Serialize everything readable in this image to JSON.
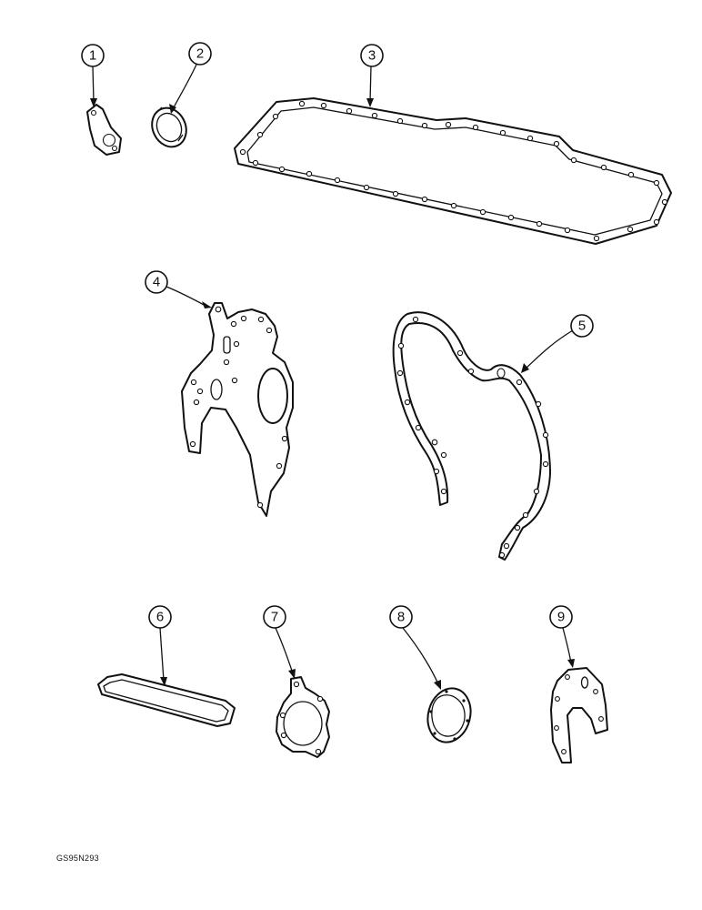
{
  "callouts": [
    {
      "id": "1",
      "label": "1"
    },
    {
      "id": "2",
      "label": "2"
    },
    {
      "id": "3",
      "label": "3"
    },
    {
      "id": "4",
      "label": "4"
    },
    {
      "id": "5",
      "label": "5"
    },
    {
      "id": "6",
      "label": "6"
    },
    {
      "id": "7",
      "label": "7"
    },
    {
      "id": "8",
      "label": "8"
    },
    {
      "id": "9",
      "label": "9"
    }
  ],
  "figure_code": "GS95N293"
}
